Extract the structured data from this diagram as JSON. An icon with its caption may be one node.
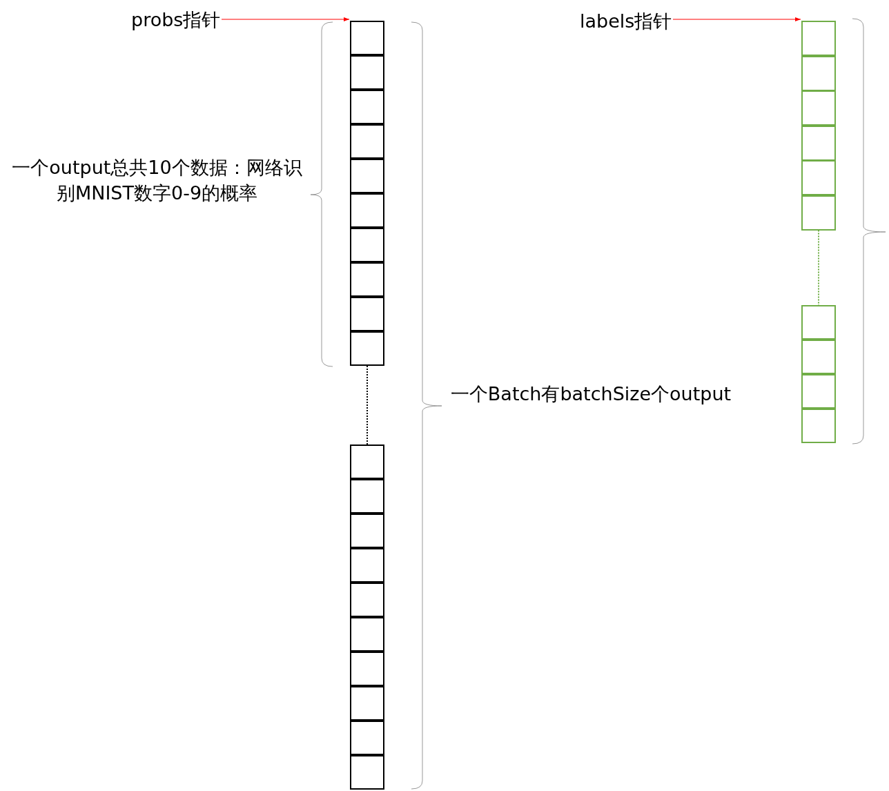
{
  "diagram": {
    "nodes": [
      {
        "text": [
          "probs指针"
        ]
      },
      {
        "text": [
          "labels指针"
        ]
      },
      {
        "text": [],
        "shape": "box"
      },
      {
        "text": [],
        "shape": "box"
      },
      {
        "text": [],
        "shape": "box"
      },
      {
        "text": [],
        "shape": "box"
      },
      {
        "text": [],
        "shape": "box"
      },
      {
        "text": [],
        "shape": "box"
      },
      {
        "text": [],
        "shape": "box"
      },
      {
        "text": [],
        "shape": "box"
      },
      {
        "text": [],
        "shape": "box"
      },
      {
        "text": [],
        "shape": "box"
      },
      {
        "text": [],
        "shape": "box"
      },
      {
        "text": [],
        "shape": "box"
      },
      {
        "text": [],
        "shape": "box"
      },
      {
        "text": [],
        "shape": "box"
      },
      {
        "text": [],
        "shape": "box"
      },
      {
        "text": [],
        "shape": "box"
      },
      {
        "text": [],
        "shape": "box"
      },
      {
        "text": [],
        "shape": "box"
      },
      {
        "text": [],
        "shape": "box"
      },
      {
        "text": [],
        "shape": "box"
      },
      {
        "text": [],
        "shape": "box"
      },
      {
        "text": [],
        "shape": "box"
      },
      {
        "text": [],
        "shape": "box"
      },
      {
        "text": [],
        "shape": "box"
      },
      {
        "text": [],
        "shape": "box"
      },
      {
        "text": [],
        "shape": "box"
      },
      {
        "text": [],
        "shape": "box"
      },
      {
        "text": [],
        "shape": "box"
      },
      {
        "text": [],
        "shape": "box"
      },
      {
        "text": [],
        "shape": "box"
      }
    ],
    "edges": [
      {
        "from": 0,
        "to": 2,
        "arrow": "to",
        "color": "#ff0000"
      },
      {
        "from": 1,
        "to": 22,
        "arrow": "to",
        "color": "#ff0000"
      },
      {
        "from": 11,
        "to": 12,
        "arrow": "none",
        "style": "dashed",
        "color": "#000000"
      },
      {
        "from": 27,
        "to": 28,
        "arrow": "none",
        "style": "dashed",
        "color": "#70ad47"
      }
    ],
    "labels": [
      "一个output总共10个数据：网络识别MNIST数字0-9的概率",
      "一个Batch有batchSize个output"
    ]
  }
}
